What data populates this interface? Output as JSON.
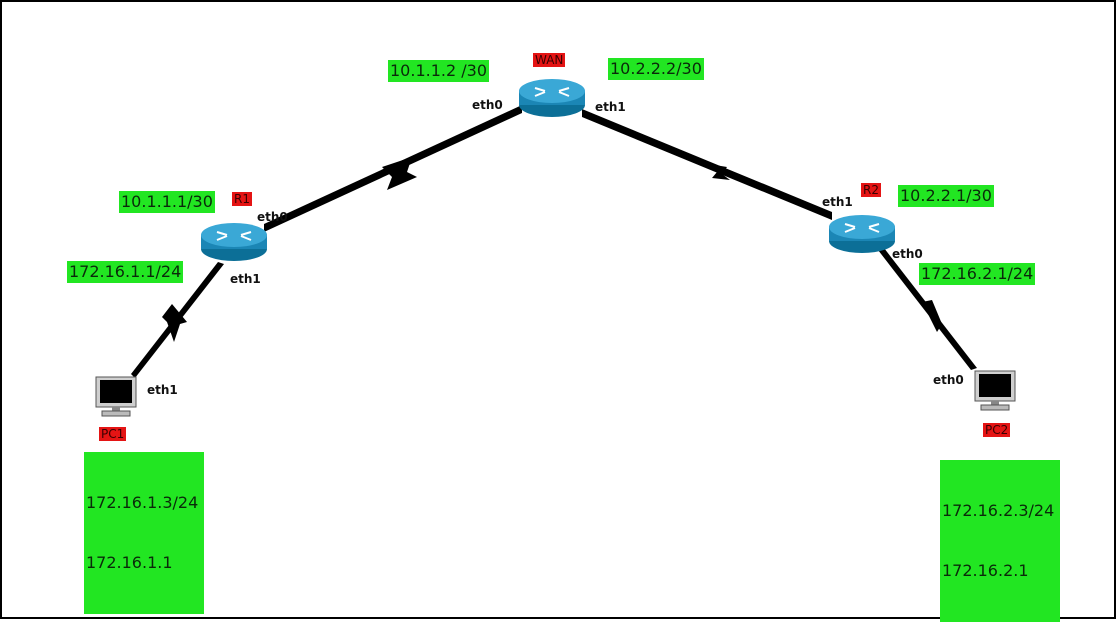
{
  "colors": {
    "label_bg": "#22e622",
    "name_bg": "#e41414",
    "router": "#1d93c4",
    "link": "#000000"
  },
  "nodes": {
    "wan": {
      "name": "WAN",
      "left_ip": "10.1.1.2 /30",
      "right_ip": "10.2.2.2/30",
      "if_left": "eth0",
      "if_right": "eth1",
      "icon": "router-icon"
    },
    "r1": {
      "name": "R1",
      "wan_ip": "10.1.1.1/30",
      "lan_ip": "172.16.1.1/24",
      "if_wan": "eth0",
      "if_lan": "eth1",
      "icon": "router-icon"
    },
    "r2": {
      "name": "R2",
      "wan_ip": "10.2.2.1/30",
      "lan_ip": "172.16.2.1/24",
      "if_wan": "eth1",
      "if_lan": "eth0",
      "icon": "router-icon"
    },
    "pc1": {
      "name": "PC1",
      "ip": "172.16.1.3/24",
      "gateway": "172.16.1.1",
      "iface": "eth1",
      "icon": "pc-icon"
    },
    "pc2": {
      "name": "PC2",
      "ip": "172.16.2.3/24",
      "gateway": "172.16.2.1",
      "iface": "eth0",
      "icon": "pc-icon"
    }
  },
  "links": [
    {
      "from": "wan",
      "to": "r1",
      "type": "serial"
    },
    {
      "from": "wan",
      "to": "r2",
      "type": "serial"
    },
    {
      "from": "r1",
      "to": "pc1",
      "type": "serial"
    },
    {
      "from": "r2",
      "to": "pc2",
      "type": "serial"
    }
  ]
}
